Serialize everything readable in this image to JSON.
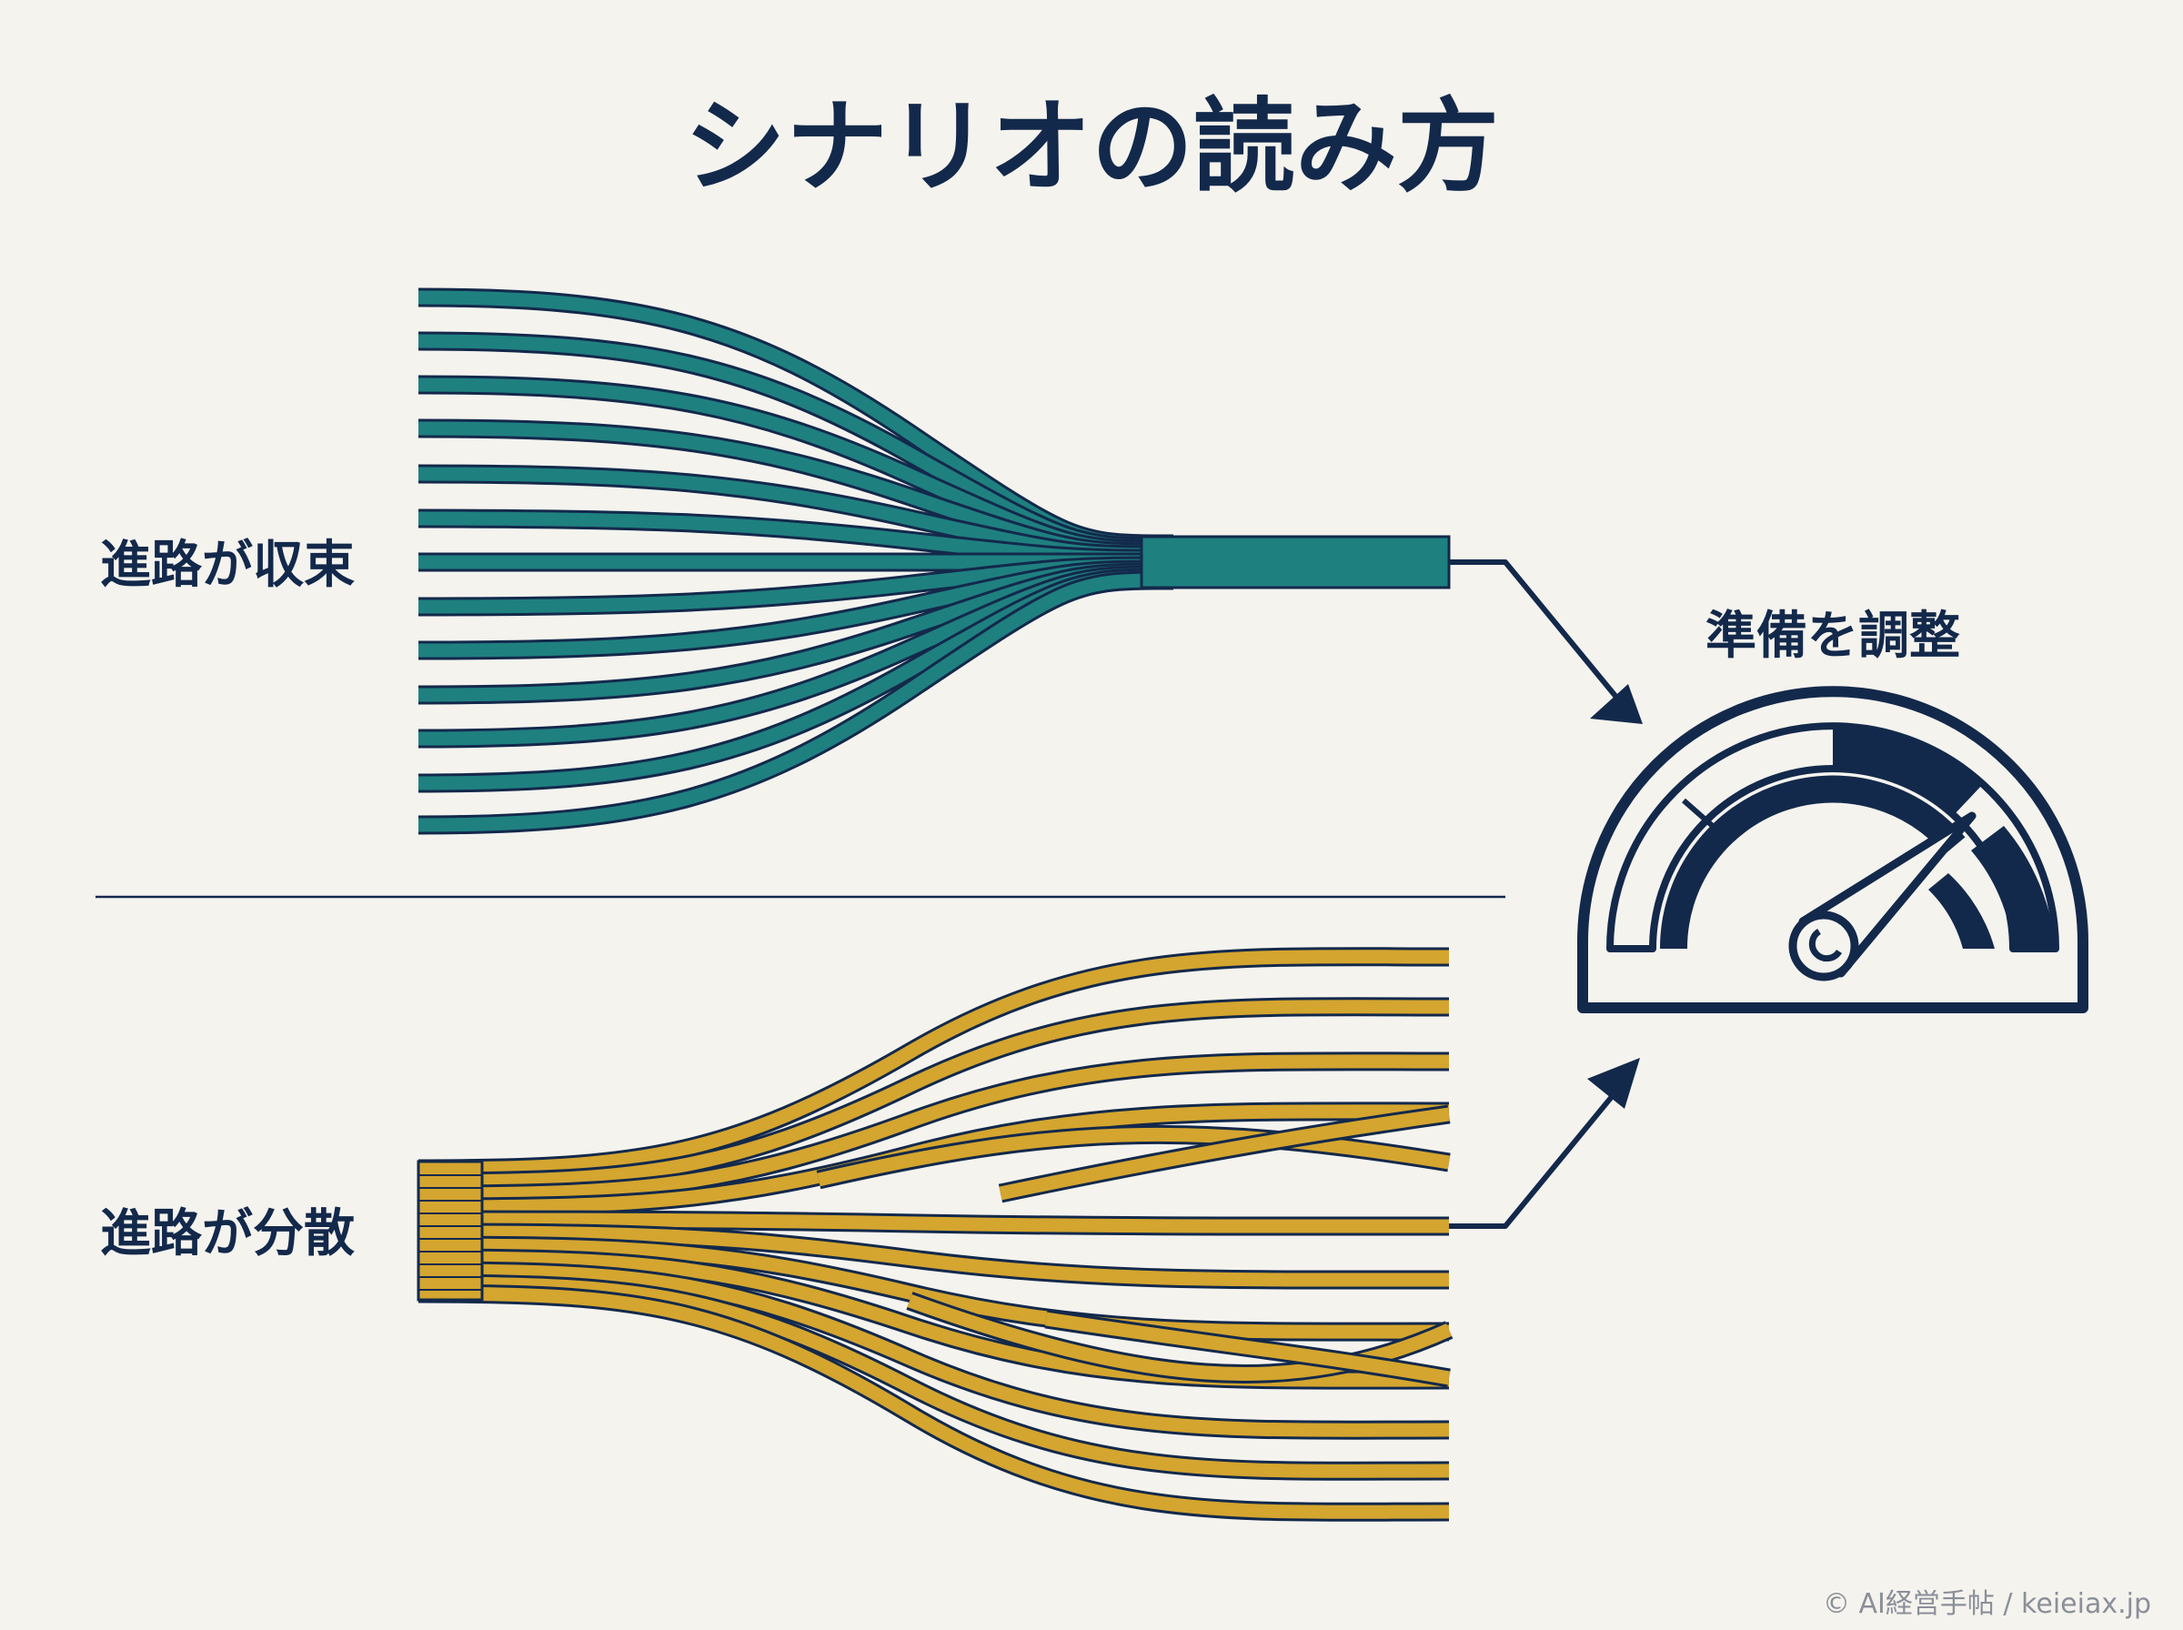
{
  "title": "シナリオの読み方",
  "top_panel": {
    "label": "進路が収束"
  },
  "bottom_panel": {
    "label": "進路が分散"
  },
  "gauge": {
    "label": "準備を調整",
    "icon": "speedometer-icon"
  },
  "credit": "© AI経営手帖 / keieiax.jp",
  "colors": {
    "background": "#f5f3ee",
    "navy": "#13294b",
    "teal": "#1f8080",
    "gold": "#d4a52f"
  }
}
